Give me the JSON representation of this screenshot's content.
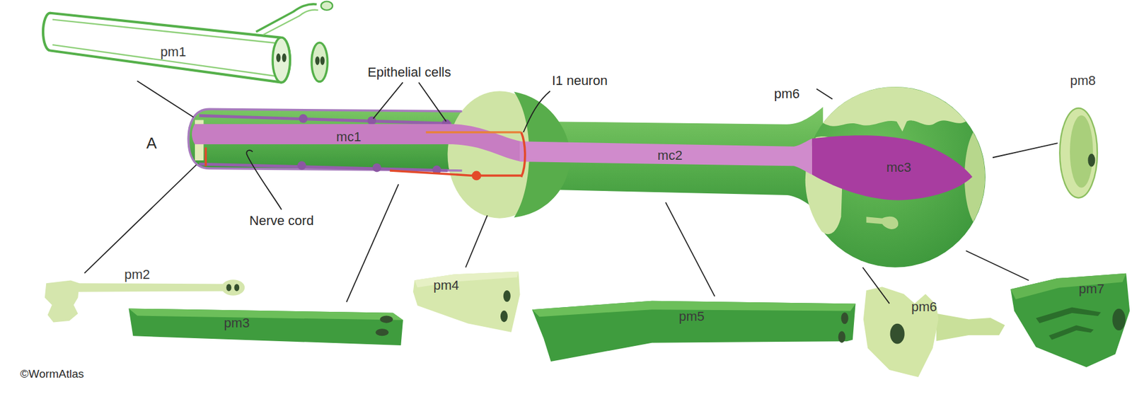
{
  "diagram": {
    "nodes": [
      {
        "text": [
          "pm1"
        ]
      },
      {
        "text": [
          "pm8"
        ]
      },
      {
        "text": [
          "mc1"
        ]
      },
      {
        "text": [
          "mc2"
        ]
      },
      {
        "text": [
          "mc3"
        ]
      },
      {
        "text": [
          "pm2"
        ]
      },
      {
        "text": [
          "pm3"
        ]
      },
      {
        "text": [
          "pm4"
        ]
      },
      {
        "text": [
          "pm5"
        ]
      },
      {
        "text": [
          "pm6"
        ]
      },
      {
        "text": [
          "pm7"
        ]
      }
    ],
    "labels": [
      "A",
      "Epithelial cells",
      "I1 neuron",
      "pm6",
      "Nerve cord",
      "©WormAtlas"
    ]
  }
}
